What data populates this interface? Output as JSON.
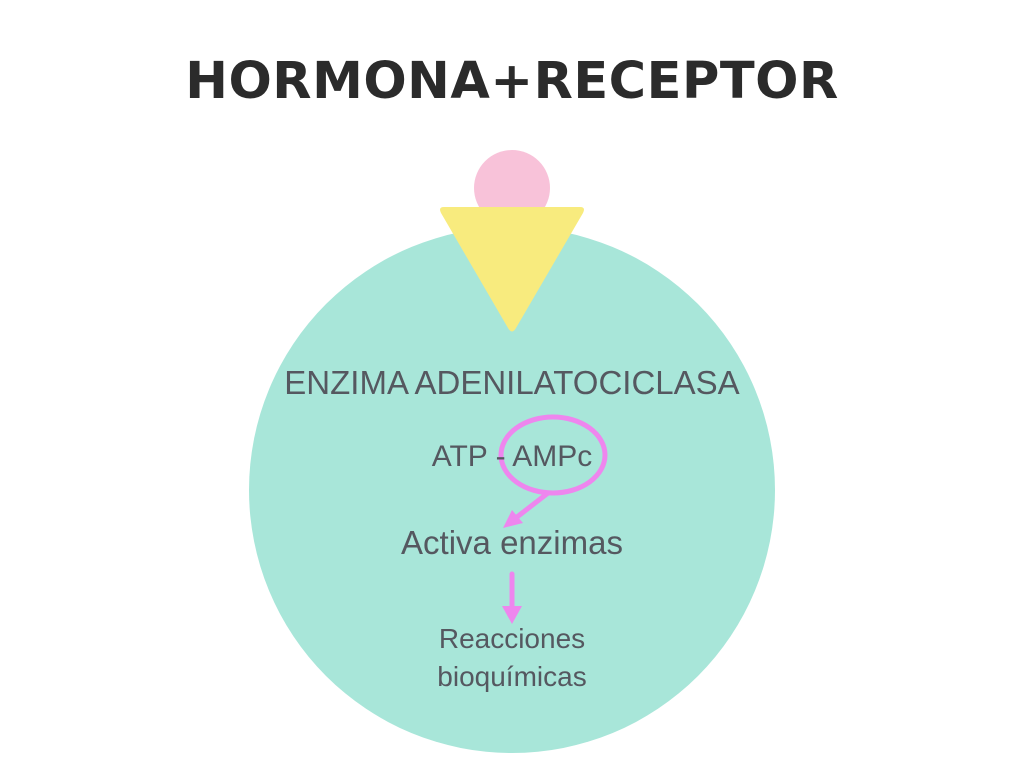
{
  "title": "HORMONA+RECEPTOR",
  "cell": {
    "enzyme_label": "ENZIMA ADENILATOCICLASA",
    "atp_label": "ATP - AMPc",
    "activa_label": "Activa enzimas",
    "reacciones_line1": "Reacciones",
    "reacciones_line2": "bioquímicas"
  },
  "colors": {
    "cell": "#a8e6d9",
    "receptor": "#f8eb7e",
    "hormone": "#f8c2d9",
    "arrow": "#ee86ee",
    "text": "#555860",
    "title": "#2b2b2b"
  }
}
